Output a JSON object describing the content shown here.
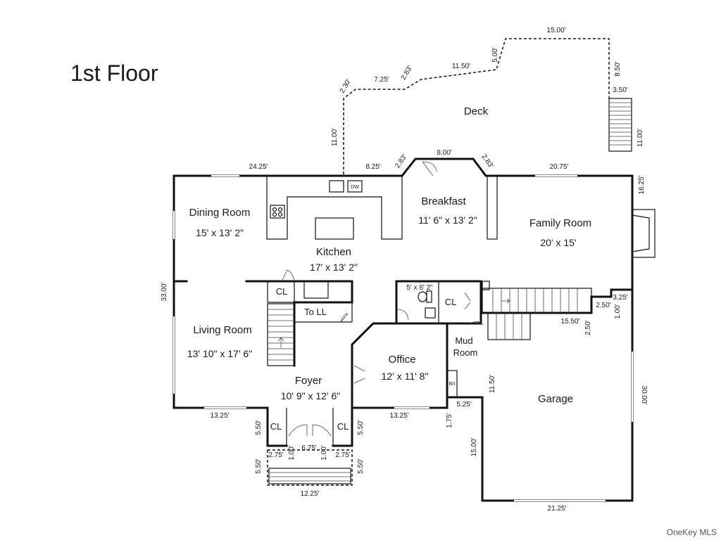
{
  "title": "1st Floor",
  "credit": "OneKey MLS",
  "rooms": {
    "deck": "Deck",
    "dining": "Dining Room",
    "dining_size": "15' x 13' 2\"",
    "kitchen": "Kitchen",
    "kitchen_size": "17' x 13' 2\"",
    "breakfast": "Breakfast",
    "breakfast_size": "11' 6\" x 13' 2\"",
    "family": "Family Room",
    "family_size": "20' x 15'",
    "living": "Living Room",
    "living_size": "13' 10\" x 17' 6\"",
    "foyer": "Foyer",
    "foyer_size": "10' 9\" x 12' 6\"",
    "office": "Office",
    "office_size": "12' x 11' 8\"",
    "mud": "Mud",
    "mud2": "Room",
    "garage": "Garage",
    "bath_size": "5' x 6' 2\""
  },
  "labels": {
    "cl1": "CL",
    "cl2": "CL",
    "cl3": "CL",
    "cl4": "CL",
    "to_ll": "To LL",
    "dw": "DW",
    "bi": "B/I"
  },
  "dims": {
    "d15_00": "15.00'",
    "d8_50": "8.50'",
    "d3_50": "3.50'",
    "d11_00r": "11.00'",
    "d5_00": "5.00'",
    "d11_50t": "11.50'",
    "d2_83a": "2.83'",
    "d7_25": "7.25'",
    "d2_30": "2.30'",
    "d11_00l": "11.00'",
    "d24_25": "24.25'",
    "d8_25": "8.25'",
    "d2_83b": "2.83'",
    "d8_00": "8.00'",
    "d2_83c": "2.83'",
    "d20_75": "20.75'",
    "d16_25": "16.25'",
    "d33_00": "33.00'",
    "d3_25": "3.25'",
    "d2_50a": "2.50'",
    "d1_00r": "1.00'",
    "d15_50": "15.50'",
    "d2_50b": "2.50'",
    "d30_00": "30.00'",
    "d11_50m": "11.50'",
    "d5_25": "5.25'",
    "d1_75": "1.75'",
    "d15_00g": "15.00'",
    "d21_25": "21.25'",
    "d13_25l": "13.25'",
    "d13_25r": "13.25'",
    "d5_50a": "5.50'",
    "d5_50b": "5.50'",
    "d5_50c": "5.50'",
    "d5_50d": "5.50'",
    "d2_75a": "2.75'",
    "d1_00a": "1.00'",
    "d6_75": "6.75'",
    "d1_00b": "1.00'",
    "d2_75b": "2.75'",
    "d12_25": "12.25'"
  }
}
